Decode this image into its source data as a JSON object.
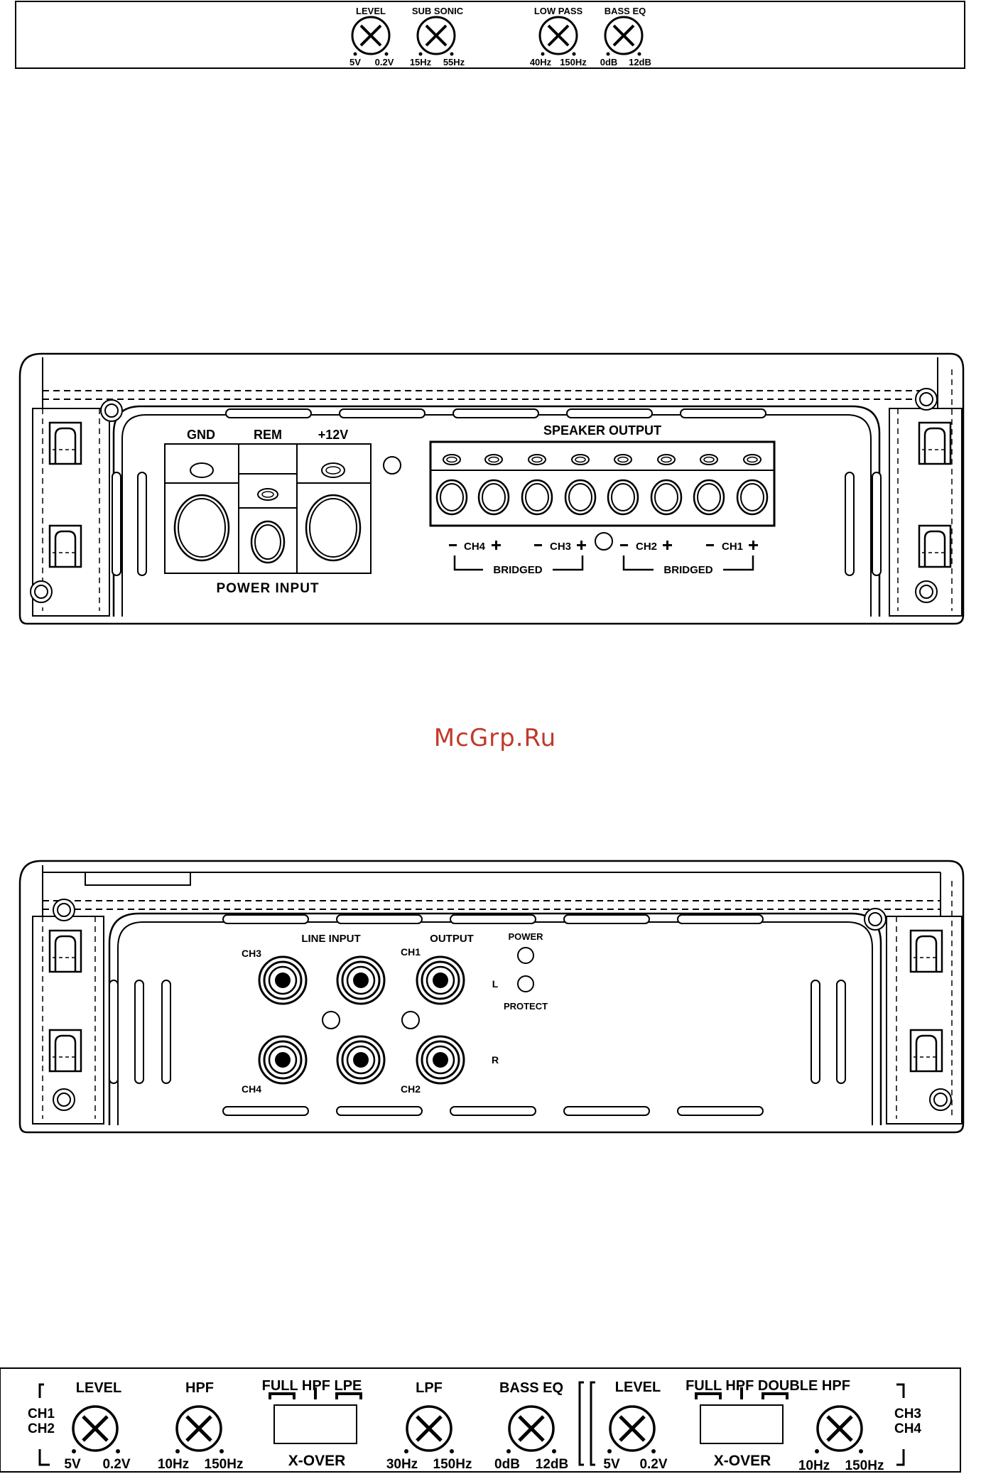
{
  "top_panel": {
    "knobs": [
      {
        "label": "LEVEL",
        "min": "5V",
        "max": "0.2V"
      },
      {
        "label": "SUB SONIC",
        "min": "15Hz",
        "max": "55Hz"
      },
      {
        "label": "LOW PASS",
        "min": "40Hz",
        "max": "150Hz"
      },
      {
        "label": "BASS EQ",
        "min": "0dB",
        "max": "12dB"
      }
    ]
  },
  "power_panel": {
    "gnd": "GND",
    "rem": "REM",
    "v12": "+12V",
    "power_input": "POWER INPUT",
    "speaker_output": "SPEAKER OUTPUT",
    "channels": [
      "CH4",
      "CH3",
      "CH2",
      "CH1"
    ],
    "bridged_left": "BRIDGED",
    "bridged_right": "BRIDGED"
  },
  "watermark": "McGrp.Ru",
  "input_panel": {
    "line_input": "LINE INPUT",
    "output": "OUTPUT",
    "power": "POWER",
    "protect": "PROTECT",
    "ch3": "CH3",
    "ch1": "CH1",
    "ch4": "CH4",
    "ch2": "CH2",
    "left": "L",
    "right": "R"
  },
  "bottom_panel": {
    "left_group": "CH1\nCH2",
    "left_ch_a": "CH1",
    "left_ch_b": "CH2",
    "right_ch_a": "CH3",
    "right_ch_b": "CH4",
    "knobs": [
      {
        "label": "LEVEL",
        "min": "5V",
        "max": "0.2V"
      },
      {
        "label": "HPF",
        "min": "10Hz",
        "max": "150Hz"
      },
      {
        "label": "LPF",
        "min": "30Hz",
        "max": "150Hz"
      },
      {
        "label": "BASS EQ",
        "min": "0dB",
        "max": "12dB"
      },
      {
        "label": "LEVEL",
        "min": "5V",
        "max": "0.2V"
      },
      {
        "label": "HPF",
        "min": "10Hz",
        "max": "150Hz"
      }
    ],
    "xover_left_modes": "FULL HPF LPE",
    "xover_left_label": "X-OVER",
    "xover_right_modes": "FULL HPF DOUBLE HPF",
    "xover_right_label": "X-OVER"
  }
}
